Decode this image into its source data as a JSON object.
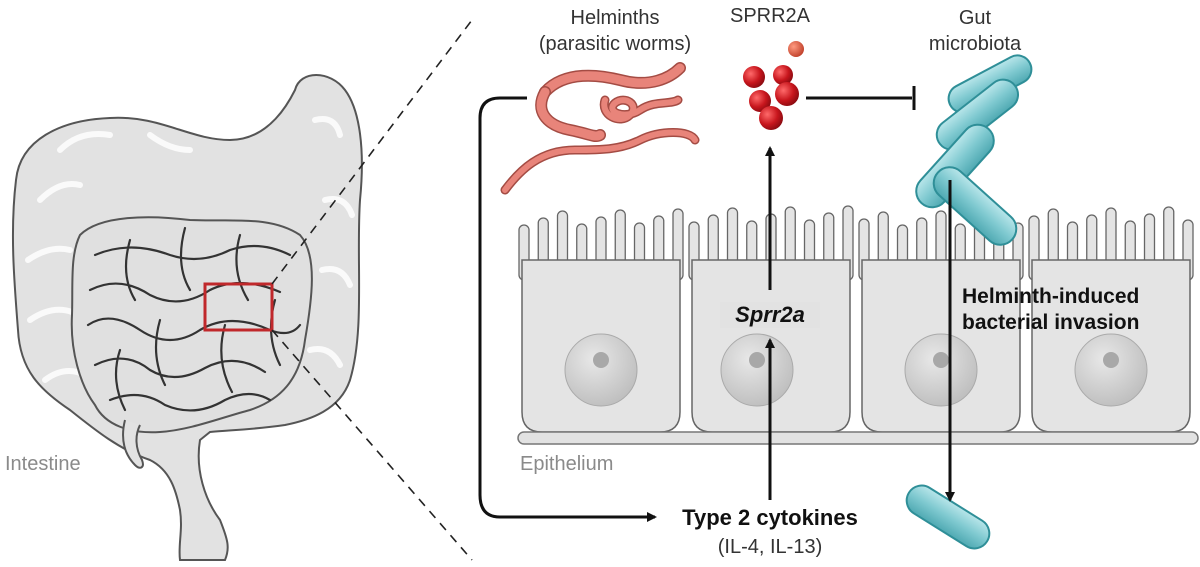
{
  "labels": {
    "intestine": "Intestine",
    "helminths_line1": "Helminths",
    "helminths_line2": "(parasitic worms)",
    "sprr2a_protein": "SPRR2A",
    "gut_line1": "Gut",
    "gut_line2": "microbiota",
    "sprr2a_gene": "Sprr2a",
    "invasion_line1": "Helminth-induced",
    "invasion_line2": "bacterial invasion",
    "epithelium": "Epithelium",
    "cytokines_line1": "Type 2 cytokines",
    "cytokines_line2": "(IL-4, IL-13)"
  },
  "colors": {
    "tissue_fill": "#e2e2e2",
    "tissue_stroke": "#555555",
    "worm": "#e8847a",
    "sprr2a_red": "#c8161d",
    "bacteria": "#7fc9d0",
    "bacteria_stroke": "#2f8f98",
    "highlight_box": "#c0282b",
    "arrow": "#111111"
  }
}
